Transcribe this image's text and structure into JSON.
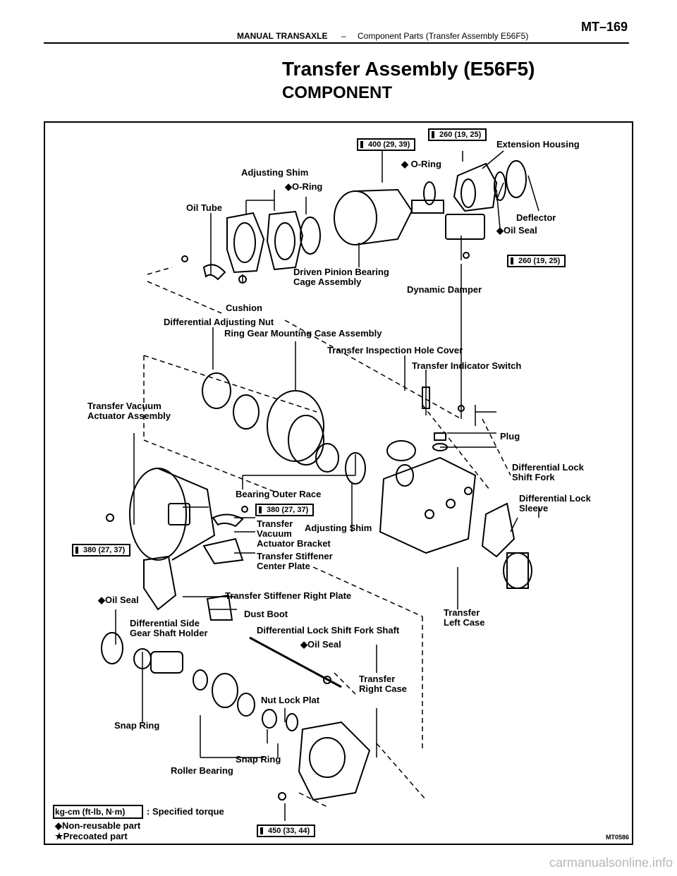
{
  "header": {
    "section": "MANUAL TRANSAXLE",
    "separator": "–",
    "subsection": "Component Parts (Transfer Assembly E56F5)",
    "page": "MT–169"
  },
  "title": "Transfer Assembly (E56F5)",
  "subtitle": "COMPONENT",
  "diagram": {
    "torques": {
      "t400": "400 (29, 39)",
      "t260a": "260 (19, 25)",
      "t260b": "260 (19, 25)",
      "t380a": "380 (27, 37)",
      "t380b": "380 (27, 37)",
      "t450": "450 (33, 44)"
    },
    "labels": {
      "extension_housing": "Extension Housing",
      "o_ring_1": "◆ O-Ring",
      "adjusting_shim_top": "Adjusting Shim",
      "o_ring_2": "◆O-Ring",
      "oil_tube": "Oil Tube",
      "deflector": "Deflector",
      "oil_seal_top": "◆Oil Seal",
      "driven_pinion": "Driven Pinion Bearing\nCage Assembly",
      "dynamic_damper": "Dynamic Damper",
      "cushion": "Cushion",
      "diff_adj_nut": "Differential Adjusting Nut",
      "ring_gear_case": "Ring Gear Mounting Case Assembly",
      "inspection_cover": "Transfer Inspection Hole Cover",
      "indicator_switch": "Transfer Indicator Switch",
      "vacuum_actuator": "Transfer Vacuum\nActuator Assembly",
      "plug": "Plug",
      "diff_lock_fork": "Differential Lock\nShift Fork",
      "diff_lock_sleeve": "Differential Lock\nSleeve",
      "bearing_outer_race": "Bearing Outer Race",
      "actuator_bracket": "Transfer\nVacuum\nActuator Bracket",
      "adjusting_shim_mid": "Adjusting Shim",
      "stiffener_center": "Transfer Stiffener\nCenter Plate",
      "stiffener_right": "Transfer Stiffener Right Plate",
      "oil_seal_left": "◆Oil Seal",
      "dust_boot": "Dust Boot",
      "side_gear_holder": "Differential Side\nGear Shaft Holder",
      "fork_shaft": "Differential Lock Shift Fork Shaft",
      "oil_seal_mid": "◆Oil Seal",
      "left_case": "Transfer\nLeft Case",
      "right_case": "Transfer\nRight Case",
      "nut_lock_plate": "Nut Lock Plat",
      "snap_ring_1": "Snap Ring",
      "snap_ring_2": "Snap Ring",
      "roller_bearing": "Roller Bearing"
    },
    "legend": {
      "torque_box": "kg-cm (ft-lb, N·m)",
      "torque_text": ": Specified torque",
      "non_reusable": "◆Non-reusable part",
      "precoated": "★Precoated part"
    },
    "code": "MT0586"
  },
  "watermark": "carmanualsonline.info"
}
